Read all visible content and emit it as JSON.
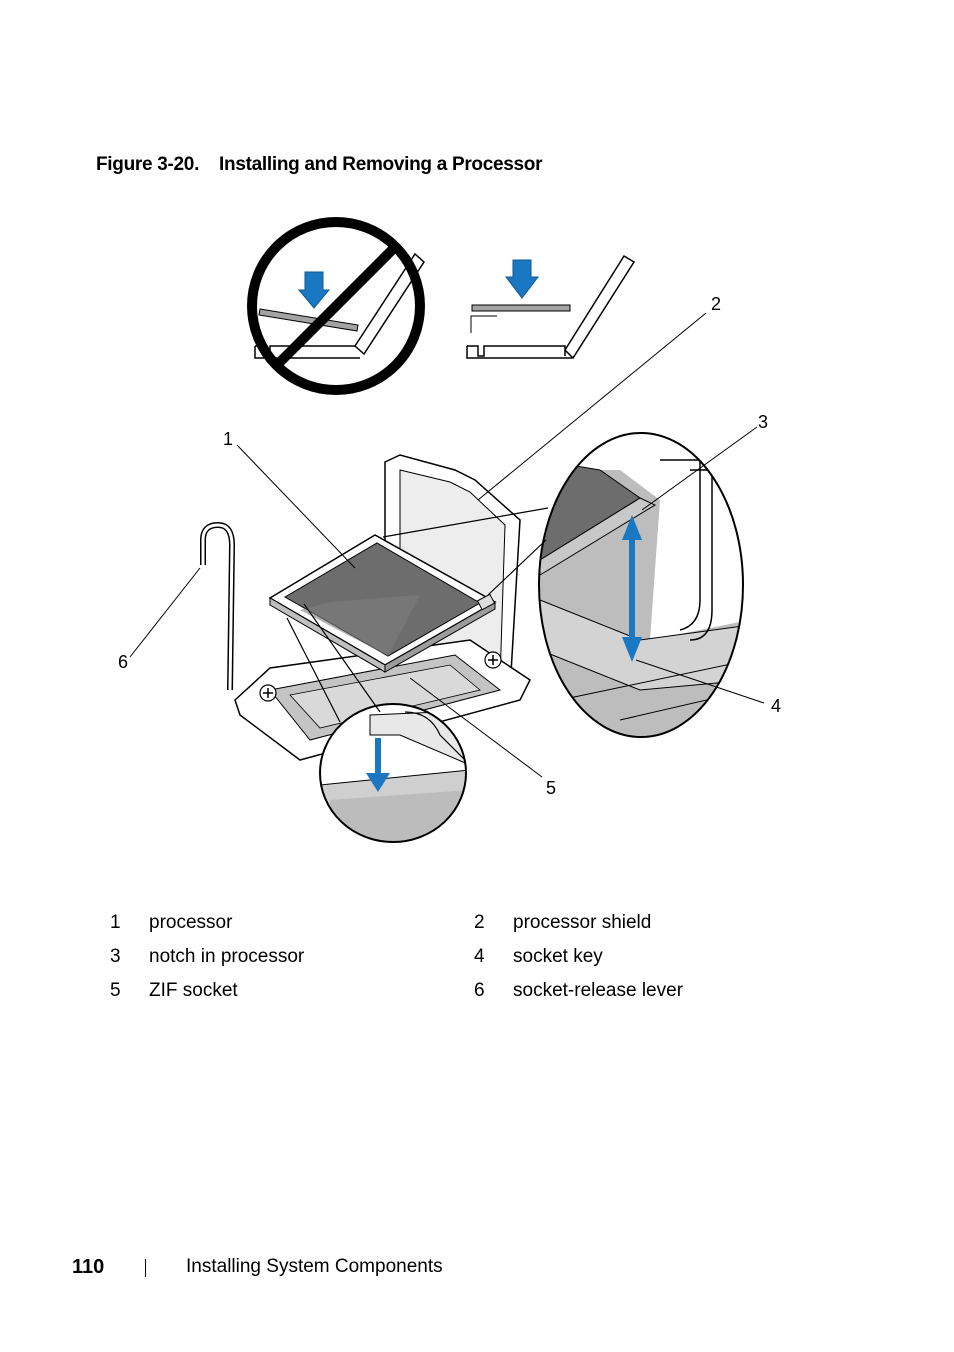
{
  "figure": {
    "number": "Figure 3-20.",
    "title": "Installing and Removing a Processor",
    "callouts": [
      "1",
      "2",
      "3",
      "4",
      "5",
      "6"
    ]
  },
  "legend": [
    {
      "num": "1",
      "label": "processor"
    },
    {
      "num": "2",
      "label": "processor shield"
    },
    {
      "num": "3",
      "label": "notch in processor"
    },
    {
      "num": "4",
      "label": "socket key"
    },
    {
      "num": "5",
      "label": "ZIF socket"
    },
    {
      "num": "6",
      "label": "socket-release lever"
    }
  ],
  "footer": {
    "page_number": "110",
    "section": "Installing System Components"
  },
  "colors": {
    "arrow_blue": "#1a78c2",
    "processor_dark": "#6d6d6d",
    "socket_gray": "#a8a8a8",
    "outline": "#000000"
  }
}
